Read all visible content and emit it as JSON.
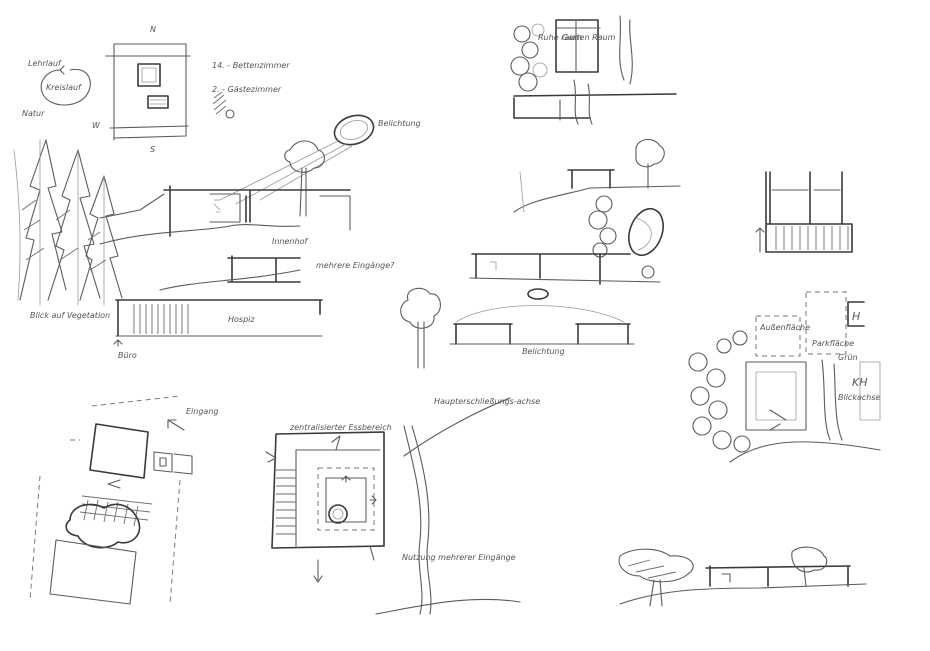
{
  "labels": {
    "north": "N",
    "south": "S",
    "west": "W",
    "lehrlauf": "Lehrlauf",
    "kreislauf": "Kreislauf",
    "natur": "Natur",
    "rooms_1": "14. - Bettenzimmer",
    "rooms_2": "2. - Gästezimmer",
    "belichtung_1": "Belichtung",
    "innenhof": "Innenhof",
    "mehrere_eingaenge": "mehrere Eingänge?",
    "blick_vegetation": "Blick auf Vegetation",
    "hospiz": "Hospiz",
    "buero": "Büro",
    "ruhe_raum": "Ruhe raum",
    "garten_raum": "Garten Raum",
    "belichtung_2": "Belichtung",
    "eingang": "Eingang",
    "zentraler_essbereich": "zentralisierter Essbereich",
    "haupterschliessung": "Haupterschließungs-achse",
    "nutzung_eingaenge": "Nutzung mehrerer Eingänge",
    "aussenflaeche": "Außenfläche",
    "parkflaeche": "Parkfläche",
    "kh": "KH",
    "blickachse": "Blickachse",
    "h_symbol": "H",
    "grun": "Grün"
  }
}
